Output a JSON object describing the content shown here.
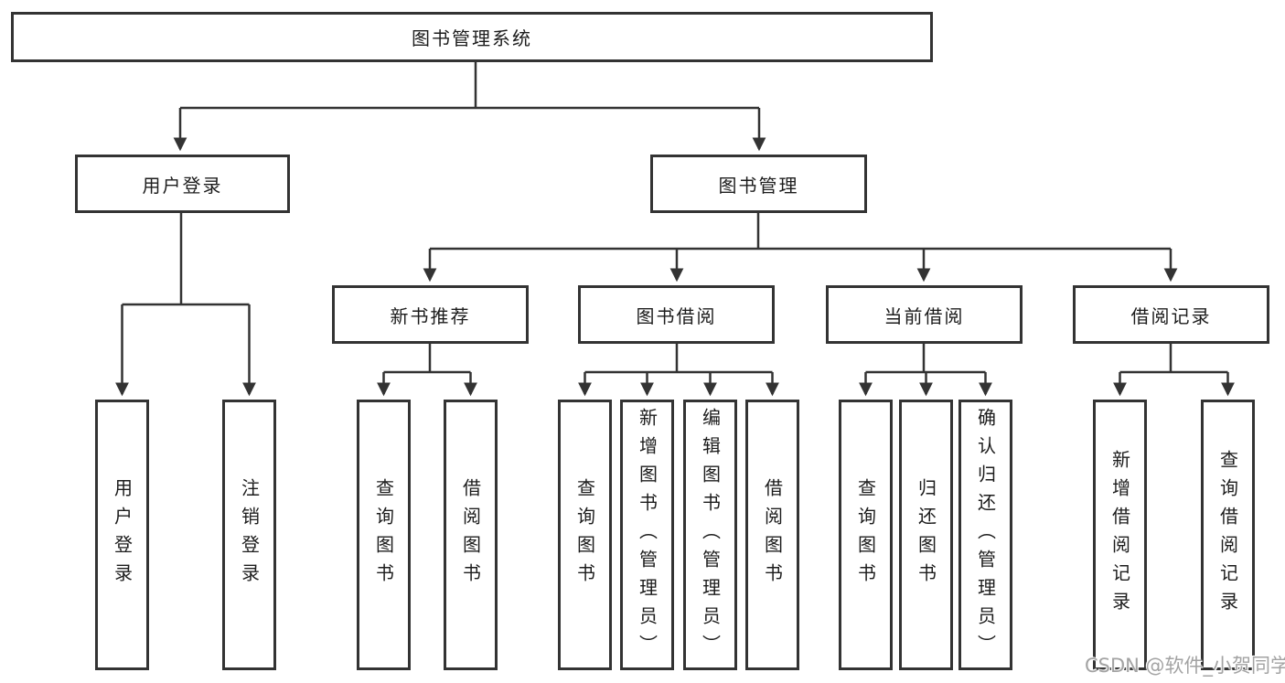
{
  "diagram_type": "hierarchy-tree",
  "colors": {
    "line": "#333333",
    "box_border": "#333333",
    "text": "#1c1c1c",
    "watermark": "#a3a3a3",
    "background": "#ffffff"
  },
  "tree": {
    "label": "图书管理系统",
    "children": [
      {
        "label": "用户登录",
        "children": [
          {
            "label": "用户登录"
          },
          {
            "label": "注销登录"
          }
        ]
      },
      {
        "label": "图书管理",
        "children": [
          {
            "label": "新书推荐",
            "children": [
              {
                "label": "查询图书"
              },
              {
                "label": "借阅图书"
              }
            ]
          },
          {
            "label": "图书借阅",
            "children": [
              {
                "label": "查询图书"
              },
              {
                "label": "新增图书（管理员）"
              },
              {
                "label": "编辑图书（管理员）"
              },
              {
                "label": "借阅图书"
              }
            ]
          },
          {
            "label": "当前借阅",
            "children": [
              {
                "label": "查询图书"
              },
              {
                "label": "归还图书"
              },
              {
                "label": "确认归还（管理员）"
              }
            ]
          },
          {
            "label": "借阅记录",
            "children": [
              {
                "label": "新增借阅记录"
              },
              {
                "label": "查询借阅记录"
              }
            ]
          }
        ]
      }
    ]
  },
  "watermark": {
    "text": "CSDN @软件_小贺同学"
  }
}
